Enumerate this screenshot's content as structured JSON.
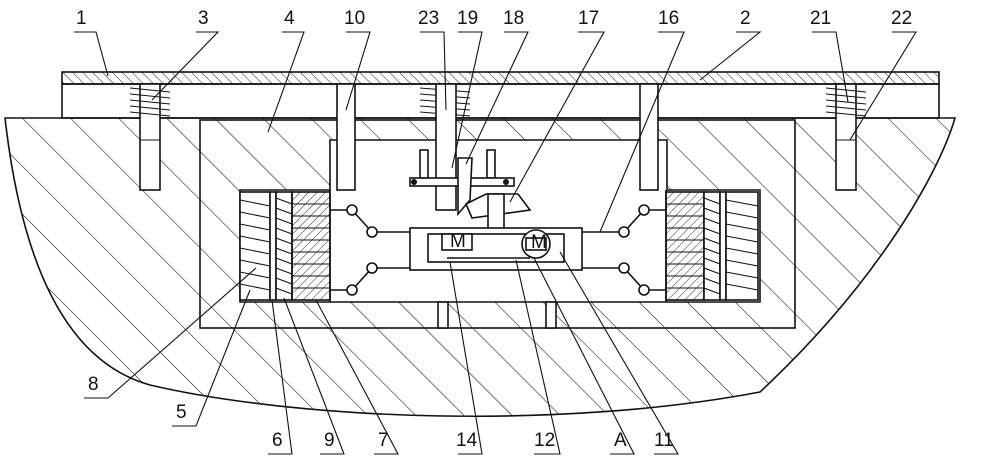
{
  "drawing": {
    "callouts_top": [
      "1",
      "3",
      "4",
      "10",
      "23",
      "19",
      "18",
      "17",
      "16",
      "2",
      "21",
      "22"
    ],
    "callouts_bottom": [
      "8",
      "5",
      "6",
      "9",
      "7",
      "14",
      "12",
      "A",
      "11"
    ],
    "spring_marks": [
      "M",
      "M"
    ]
  }
}
